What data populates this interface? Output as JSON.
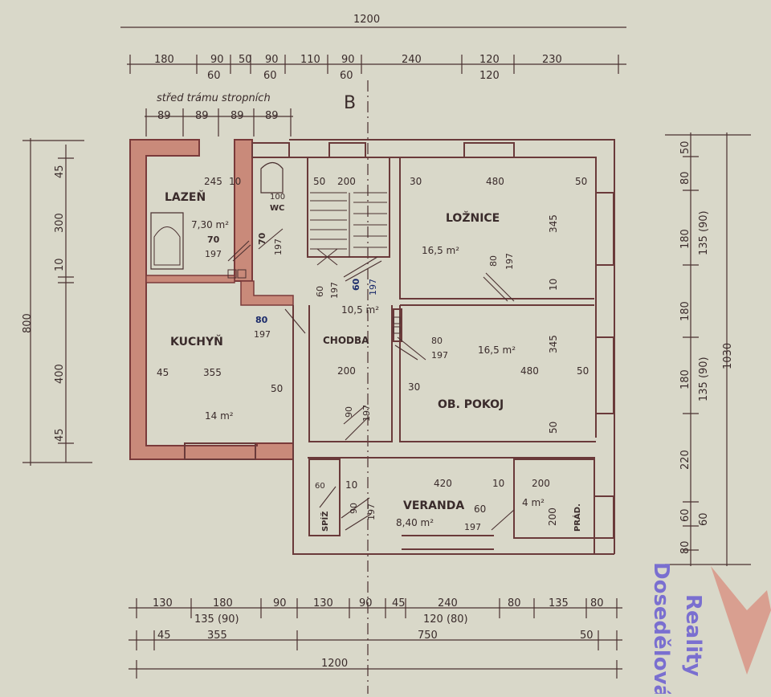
{
  "plan": {
    "axis_label": "B",
    "beam_note": "střed trámu stropních",
    "rooms": {
      "lazen": "LAZEŇ",
      "wc": "WC",
      "kuchyn": "KUCHYŇ",
      "chodba": "CHODBA",
      "loznice": "LOŽNICE",
      "ob_pokoj": "OB. POKOJ",
      "veranda": "VERANDA",
      "spiz": "SPÍŽ",
      "prad": "PRÁD."
    },
    "areas": {
      "lazen": "7,30 m²",
      "kuchyn": "14 m²",
      "chodba": "10,5 m²",
      "loznice": "16,5 m²",
      "ob_pokoj": "16,5 m²",
      "veranda": "8,40 m²",
      "prad": "4 m²"
    },
    "top_dims": {
      "total": "1200",
      "row": [
        "180",
        "90",
        "50",
        "90",
        "110",
        "90",
        "240",
        "120",
        "230"
      ],
      "row_sub": [
        "60",
        "60",
        "60",
        "120"
      ],
      "beams": [
        "89",
        "89",
        "89",
        "89"
      ]
    },
    "bottom_dims": {
      "row1": [
        "130",
        "180",
        "90",
        "130",
        "90",
        "45",
        "240",
        "80",
        "135",
        "80"
      ],
      "row1_sub": [
        "135 (90)",
        "120 (80)"
      ],
      "row2": [
        "45",
        "355",
        "750",
        "50"
      ],
      "total": "1200"
    },
    "left_dims": {
      "total": "800",
      "parts": [
        "45",
        "300",
        "10",
        "400",
        "45"
      ]
    },
    "right_dims": {
      "total": "1030",
      "parts": [
        "50",
        "80",
        "180",
        "135 (90)",
        "180",
        "180",
        "135 (90)",
        "220",
        "60",
        "60",
        "80"
      ]
    },
    "interior": {
      "lazen_w": "245",
      "lazen_gap": "10",
      "wc_door": "100",
      "stair_50": "50",
      "stair_200": "200",
      "loz_30": "30",
      "loz_480": "480",
      "loz_50": "50",
      "loz_345": "345",
      "loz_10": "10",
      "kuch_45": "45",
      "kuch_355": "355",
      "kuch_50": "50",
      "chod_200": "200",
      "ob_480": "480",
      "ob_50": "50",
      "ob_30": "30",
      "ob_345": "345",
      "ob_50v": "50",
      "ver_60": "60",
      "ver_10": "10",
      "ver_420": "420",
      "ver_10b": "10",
      "prad_200": "200",
      "prad_200v": "200",
      "ver_door": "60"
    },
    "doors": {
      "d_70a": "70",
      "d_197a": "197",
      "d_70b": "70",
      "d_197b": "197",
      "d_80k": "80",
      "d_197k": "197",
      "d_60s": "60",
      "d_197s": "197",
      "d_60c": "60",
      "d_197c": "197",
      "d_80l": "80",
      "d_197l": "197",
      "d_80o": "80",
      "d_197o": "197",
      "d_90c": "90",
      "d_197v": "197",
      "d_90v": "90",
      "d_197v2": "197",
      "d_197vd": "197"
    },
    "watermark": [
      "Reality",
      "Dosedělová"
    ]
  },
  "colors": {
    "wall": "#7a3a3a",
    "wall_fill": "#c98a7a",
    "line": "#4a3030",
    "paper": "#d9d8c9",
    "watermark": "#7a6fd0"
  }
}
